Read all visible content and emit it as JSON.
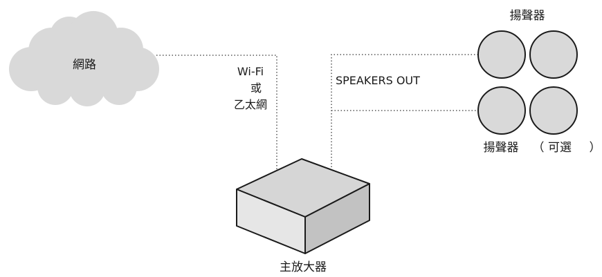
{
  "network": {
    "label": "網路"
  },
  "connection": {
    "line1": "Wi-Fi",
    "line2": "或",
    "line3": "乙太網"
  },
  "speakers_out": {
    "label": "SPEAKERS OUT"
  },
  "speakers_top": {
    "label": "揚聲器"
  },
  "speakers_bottom": {
    "label": "揚聲器",
    "optional_open": "（",
    "optional_text": "可選",
    "optional_close": "）"
  },
  "amplifier": {
    "label": "主放大器"
  },
  "colors": {
    "cloud_fill": "#d9d9d9",
    "speaker_fill": "#d9d9d9",
    "box_top": "#d6d6d6",
    "box_front": "#e6e6e6",
    "box_side": "#c2c2c2",
    "stroke": "#1a1a1a",
    "dotted": "#555555"
  }
}
